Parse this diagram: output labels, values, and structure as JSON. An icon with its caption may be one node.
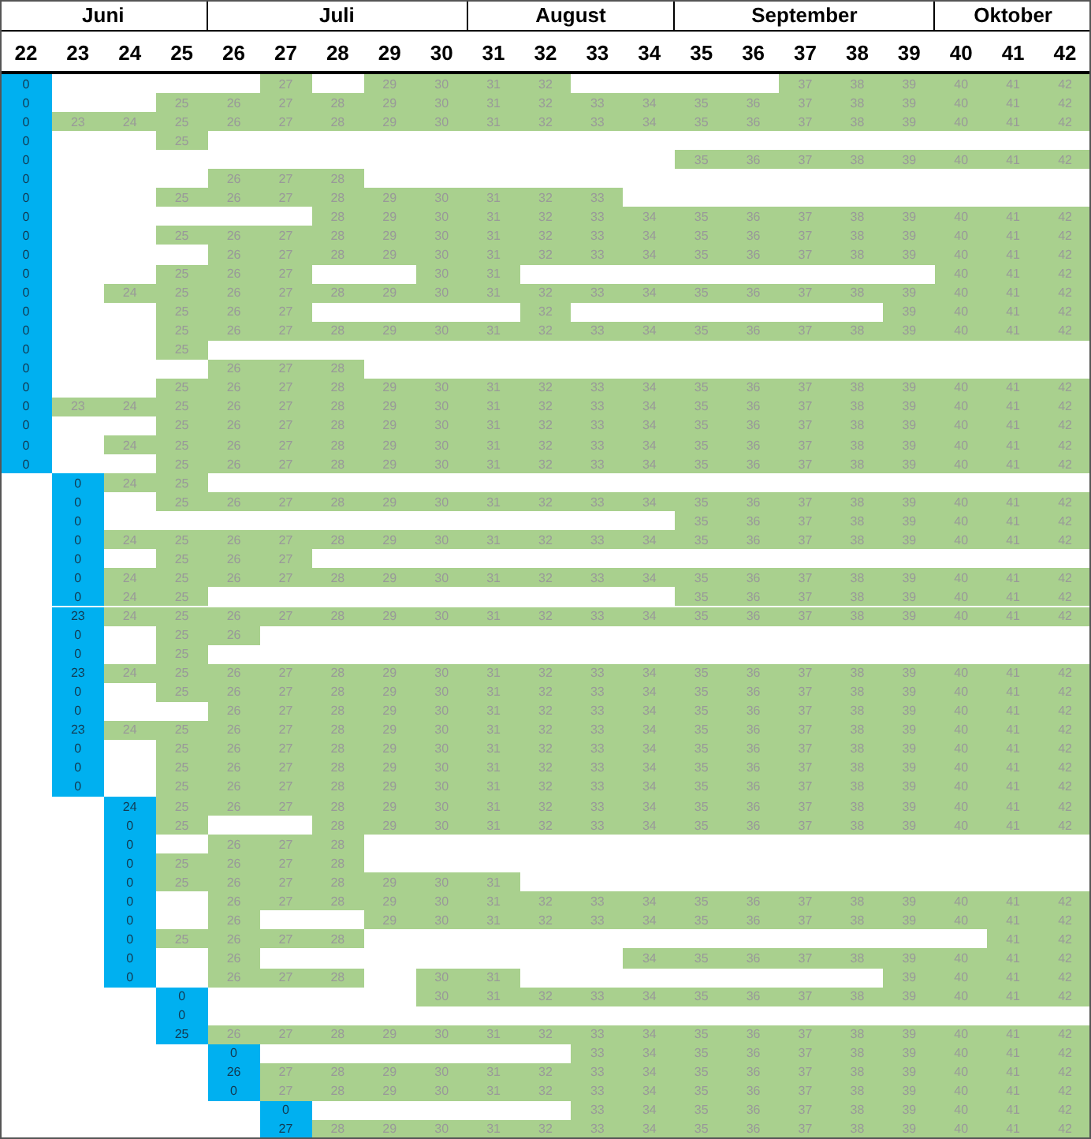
{
  "diagram": {
    "labels": [
      "Juni",
      "Juli",
      "August",
      "September",
      "Oktober",
      "22",
      "23",
      "24",
      "25",
      "26",
      "27",
      "28",
      "29",
      "30",
      "31",
      "32",
      "33",
      "34",
      "35",
      "36",
      "37",
      "38",
      "39",
      "40",
      "41",
      "42",
      "0",
      "27",
      "29",
      "30",
      "31",
      "32",
      "37",
      "38",
      "39",
      "40",
      "41",
      "42",
      "0",
      "25",
      "26",
      "27",
      "28",
      "29",
      "30",
      "31",
      "32",
      "33",
      "34",
      "35",
      "36",
      "37",
      "38",
      "39",
      "40",
      "41",
      "42",
      "0",
      "23",
      "24",
      "25",
      "26",
      "27",
      "28",
      "29",
      "30",
      "31",
      "32",
      "33",
      "34",
      "35",
      "36",
      "37",
      "38",
      "39",
      "40",
      "41",
      "42",
      "0",
      "25",
      "0",
      "35",
      "36",
      "37",
      "38",
      "39",
      "40",
      "41",
      "42",
      "0",
      "26",
      "27",
      "28",
      "0",
      "25",
      "26",
      "27",
      "28",
      "29",
      "30",
      "31",
      "32",
      "33",
      "0",
      "28",
      "29",
      "30",
      "31",
      "32",
      "33",
      "34",
      "35",
      "36",
      "37",
      "38",
      "39",
      "40",
      "41",
      "42",
      "0",
      "25",
      "26",
      "27",
      "28",
      "29",
      "30",
      "31",
      "32",
      "33",
      "34",
      "35",
      "36",
      "37",
      "38",
      "39",
      "40",
      "41",
      "42",
      "0",
      "26",
      "27",
      "28",
      "29",
      "30",
      "31",
      "32",
      "33",
      "34",
      "35",
      "36",
      "37",
      "38",
      "39",
      "40",
      "41",
      "42",
      "0",
      "25",
      "26",
      "27",
      "30",
      "31",
      "40",
      "41",
      "42",
      "0",
      "24",
      "25",
      "26",
      "27",
      "28",
      "29",
      "30",
      "31",
      "32",
      "33",
      "34",
      "35",
      "36",
      "37",
      "38",
      "39",
      "40",
      "41",
      "42",
      "0",
      "25",
      "26",
      "27",
      "32",
      "39",
      "40",
      "41",
      "42",
      "0",
      "25",
      "26",
      "27",
      "28",
      "29",
      "30",
      "31",
      "32",
      "33",
      "34",
      "35",
      "36",
      "37",
      "38",
      "39",
      "40",
      "41",
      "42",
      "0",
      "25",
      "0",
      "26",
      "27",
      "28",
      "0",
      "25",
      "26",
      "27",
      "28",
      "29",
      "30",
      "31",
      "32",
      "33",
      "34",
      "35",
      "36",
      "37",
      "38",
      "39",
      "40",
      "41",
      "42",
      "0",
      "23",
      "24",
      "25",
      "26",
      "27",
      "28",
      "29",
      "30",
      "31",
      "32",
      "33",
      "34",
      "35",
      "36",
      "37",
      "38",
      "39",
      "40",
      "41",
      "42",
      "0",
      "25",
      "26",
      "27",
      "28",
      "29",
      "30",
      "31",
      "32",
      "33",
      "34",
      "35",
      "36",
      "37",
      "38",
      "39",
      "40",
      "41",
      "42",
      "0",
      "24",
      "25",
      "26",
      "27",
      "28",
      "29",
      "30",
      "31",
      "32",
      "33",
      "34",
      "35",
      "36",
      "37",
      "38",
      "39",
      "40",
      "41",
      "42",
      "0",
      "25",
      "26",
      "27",
      "28",
      "29",
      "30",
      "31",
      "32",
      "33",
      "34",
      "35",
      "36",
      "37",
      "38",
      "39",
      "40",
      "41",
      "42",
      "0",
      "24",
      "25",
      "0",
      "25",
      "26",
      "27",
      "28",
      "29",
      "30",
      "31",
      "32",
      "33",
      "34",
      "35",
      "36",
      "37",
      "38",
      "39",
      "40",
      "41",
      "42",
      "0",
      "35",
      "36",
      "37",
      "38",
      "39",
      "40",
      "41",
      "42",
      "0",
      "24",
      "25",
      "26",
      "27",
      "28",
      "29",
      "30",
      "31",
      "32",
      "33",
      "34",
      "35",
      "36",
      "37",
      "38",
      "39",
      "40",
      "41",
      "42",
      "0",
      "25",
      "26",
      "27",
      "0",
      "24",
      "25",
      "26",
      "27",
      "28",
      "29",
      "30",
      "31",
      "32",
      "33",
      "34",
      "35",
      "36",
      "37",
      "38",
      "39",
      "40",
      "41",
      "42",
      "0",
      "24",
      "25",
      "35",
      "36",
      "37",
      "38",
      "39",
      "40",
      "41",
      "42",
      "23",
      "24",
      "25",
      "26",
      "27",
      "28",
      "29",
      "30",
      "31",
      "32",
      "33",
      "34",
      "35",
      "36",
      "37",
      "38",
      "39",
      "40",
      "41",
      "42",
      "0",
      "25",
      "26",
      "0",
      "25",
      "23",
      "24",
      "25",
      "26",
      "27",
      "28",
      "29",
      "30",
      "31",
      "32",
      "33",
      "34",
      "35",
      "36",
      "37",
      "38",
      "39",
      "40",
      "41",
      "42",
      "0",
      "25",
      "26",
      "27",
      "28",
      "29",
      "30",
      "31",
      "32",
      "33",
      "34",
      "35",
      "36",
      "37",
      "38",
      "39",
      "40",
      "41",
      "42",
      "0",
      "26",
      "27",
      "28",
      "29",
      "30",
      "31",
      "32",
      "33",
      "34",
      "35",
      "36",
      "37",
      "38",
      "39",
      "40",
      "41",
      "42",
      "23",
      "24",
      "25",
      "26",
      "27",
      "28",
      "29",
      "30",
      "31",
      "32",
      "33",
      "34",
      "35",
      "36",
      "37",
      "38",
      "39",
      "40",
      "41",
      "42",
      "0",
      "25",
      "26",
      "27",
      "28",
      "29",
      "30",
      "31",
      "32",
      "33",
      "34",
      "35",
      "36",
      "37",
      "38",
      "39",
      "40",
      "41",
      "42",
      "0",
      "25",
      "26",
      "27",
      "28",
      "29",
      "30",
      "31",
      "32",
      "33",
      "34",
      "35",
      "36",
      "37",
      "38",
      "39",
      "40",
      "41",
      "42",
      "0",
      "25",
      "26",
      "27",
      "28",
      "29",
      "30",
      "31",
      "32",
      "33",
      "34",
      "35",
      "36",
      "37",
      "38",
      "39",
      "40",
      "41",
      "42",
      "24",
      "25",
      "26",
      "27",
      "28",
      "29",
      "30",
      "31",
      "32",
      "33",
      "34",
      "35",
      "36",
      "37",
      "38",
      "39",
      "40",
      "41",
      "42",
      "0",
      "25",
      "28",
      "29",
      "30",
      "31",
      "32",
      "33",
      "34",
      "35",
      "36",
      "37",
      "38",
      "39",
      "40",
      "41",
      "42",
      "0",
      "26",
      "27",
      "28",
      "0",
      "25",
      "26",
      "27",
      "28",
      "0",
      "25",
      "26",
      "27",
      "28",
      "29",
      "30",
      "31",
      "0",
      "26",
      "27",
      "28",
      "29",
      "30",
      "31",
      "32",
      "33",
      "34",
      "35",
      "36",
      "37",
      "38",
      "39",
      "40",
      "41",
      "42",
      "0",
      "26",
      "29",
      "30",
      "31",
      "32",
      "33",
      "34",
      "35",
      "36",
      "37",
      "38",
      "39",
      "40",
      "41",
      "42",
      "0",
      "25",
      "26",
      "27",
      "28",
      "41",
      "42",
      "0",
      "26",
      "34",
      "35",
      "36",
      "37",
      "38",
      "39",
      "40",
      "41",
      "42",
      "0",
      "26",
      "27",
      "28",
      "30",
      "31",
      "39",
      "40",
      "41",
      "42",
      "0",
      "30",
      "31",
      "32",
      "33",
      "34",
      "35",
      "36",
      "37",
      "38",
      "39",
      "40",
      "41",
      "42",
      "0",
      "25",
      "26",
      "27",
      "28",
      "29",
      "30",
      "31",
      "32",
      "33",
      "34",
      "35",
      "36",
      "37",
      "38",
      "39",
      "40",
      "41",
      "42",
      "0",
      "33",
      "34",
      "35",
      "36",
      "37",
      "38",
      "39",
      "40",
      "41",
      "42",
      "26",
      "27",
      "28",
      "29",
      "30",
      "31",
      "32",
      "33",
      "34",
      "35",
      "36",
      "37",
      "38",
      "39",
      "40",
      "41",
      "42",
      "0",
      "27",
      "28",
      "29",
      "30",
      "31",
      "32",
      "33",
      "34",
      "35",
      "36",
      "37",
      "38",
      "39",
      "40",
      "41",
      "42",
      "0",
      "33",
      "34",
      "35",
      "36",
      "37",
      "38",
      "39",
      "40",
      "41",
      "42",
      "27",
      "28",
      "29",
      "30",
      "31",
      "32",
      "33",
      "34",
      "35",
      "36",
      "37",
      "38",
      "39",
      "40",
      "41",
      "42"
    ]
  }
}
